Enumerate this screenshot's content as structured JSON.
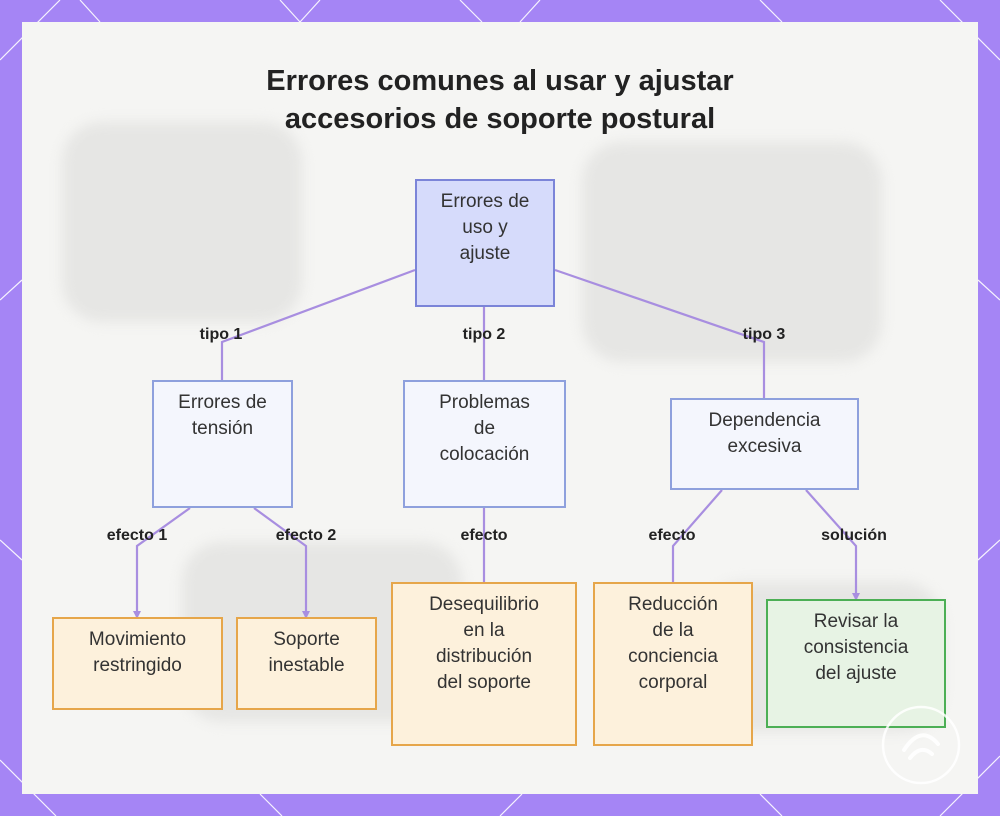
{
  "title": {
    "line1": "Errores comunes al usar y ajustar",
    "line2": "accesorios de soporte postural"
  },
  "nodes": {
    "root": "Errores de\nuso y\najuste",
    "tension": "Errores de\ntensión",
    "colocacion": "Problemas\nde\ncolocación",
    "dependencia": "Dependencia\nexcesiva",
    "movimiento": "Movimiento\nrestringido",
    "inestable": "Soporte\ninestable",
    "desequilibrio": "Desequilibrio\nen la\ndistribución\ndel soporte",
    "reduccion": "Reducción\nde la\nconciencia\ncorporal",
    "revisar": "Revisar la\nconsistencia\ndel ajuste"
  },
  "edge_labels": {
    "tipo1": "tipo 1",
    "tipo2": "tipo 2",
    "tipo3": "tipo 3",
    "efecto1": "efecto 1",
    "efecto2": "efecto 2",
    "efecto_colocacion": "efecto",
    "efecto_dependencia": "efecto",
    "solucion": "solución"
  },
  "colors": {
    "edge": "#a88ee0",
    "frame": "#a585f5",
    "root_fill": "#d6dbfb",
    "effect_border": "#e6a64a",
    "solution_border": "#4caf55"
  }
}
